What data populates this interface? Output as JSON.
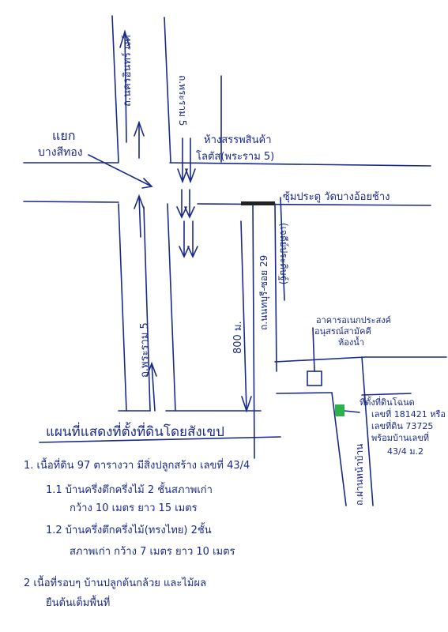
{
  "map": {
    "road_left_top": "ถ.นครอินทร์วงศ์",
    "road_right_top": "ถ.พระราม 5",
    "intersection": [
      "แยก",
      "บางสีทอง"
    ],
    "store": [
      "ห้างสรรพสินค้า",
      "โลตัส(พระราม 5)"
    ],
    "gate": "ซุ้มประตู วัดบางอ้อยช้าง",
    "road_left_bottom": "ถ.พระราม 5",
    "soi": "ถ.นนทบุรี-ซอย 29",
    "soi_note": "(เจดีย์ประดิษฐ์)",
    "distance": "800 ม.",
    "building": [
      "อาคารอเนกประสงค์",
      "อนุสรณ์สามัคคี",
      "ห้องน้ำ"
    ],
    "lane": "ถ.ผ่านหน้าบ้าน",
    "plot": [
      "ที่ตั้งที่ดินโฉนด",
      "เลขที่ 181421 หรือ",
      "เลขที่ดิน 73725",
      "พร้อมบ้านเลขที่",
      "43/4 ม.2"
    ]
  },
  "title": "แผนที่แสดงที่ตั้งที่ดินโดยสังเขป",
  "notes": [
    "1.  เนื้อที่ดิน 97 ตารางวา มีสิ่งปลูกสร้าง เลขที่ 43/4",
    "1.1  บ้านครึ่งตึกครึ่งไม้ 2 ชั้นสภาพเก่า",
    "กว้าง 10 เมตร ยาว 15 เมตร",
    "1.2  บ้านครึ่งตึกครึ่งไม้(ทรงไทย) 2ชั้น",
    "สภาพเก่า กว้าง 7 เมตร ยาว 10 เมตร",
    "2   เนื้อที่รอบๆ บ้านปลูกต้นกล้วย และไม้ผล",
    "ยืนต้นเต็มพื้นที่"
  ],
  "colors": {
    "ink": "#1a2a8a",
    "marker": "#2bb24c",
    "gate_bar": "#222222"
  }
}
